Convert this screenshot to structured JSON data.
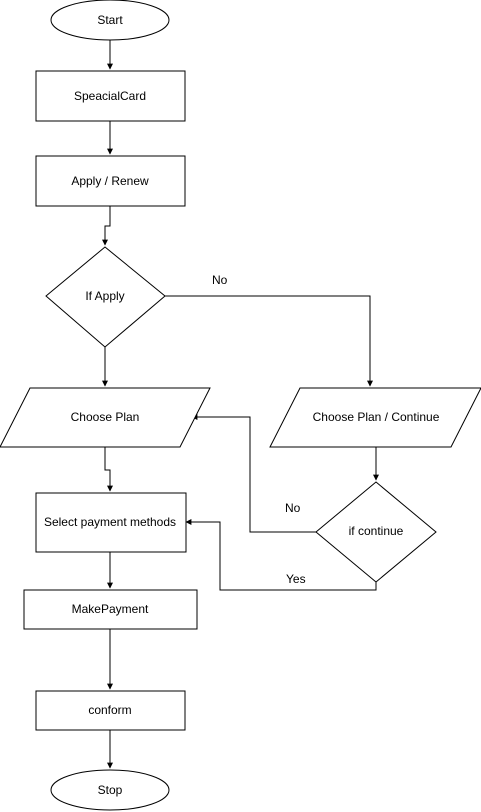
{
  "flowchart": {
    "nodes": {
      "start": "Start",
      "special_card": "SpeacialCard",
      "apply_renew": "Apply / Renew",
      "if_apply": "If  Apply",
      "choose_plan": "Choose Plan",
      "choose_plan_continue": "Choose Plan / Continue",
      "select_payment": "Select payment methods",
      "if_continue": "if continue",
      "make_payment": "MakePayment",
      "conform": "conform",
      "stop": "Stop"
    },
    "edge_labels": {
      "apply_no": "No",
      "continue_no": "No",
      "continue_yes": "Yes"
    }
  }
}
